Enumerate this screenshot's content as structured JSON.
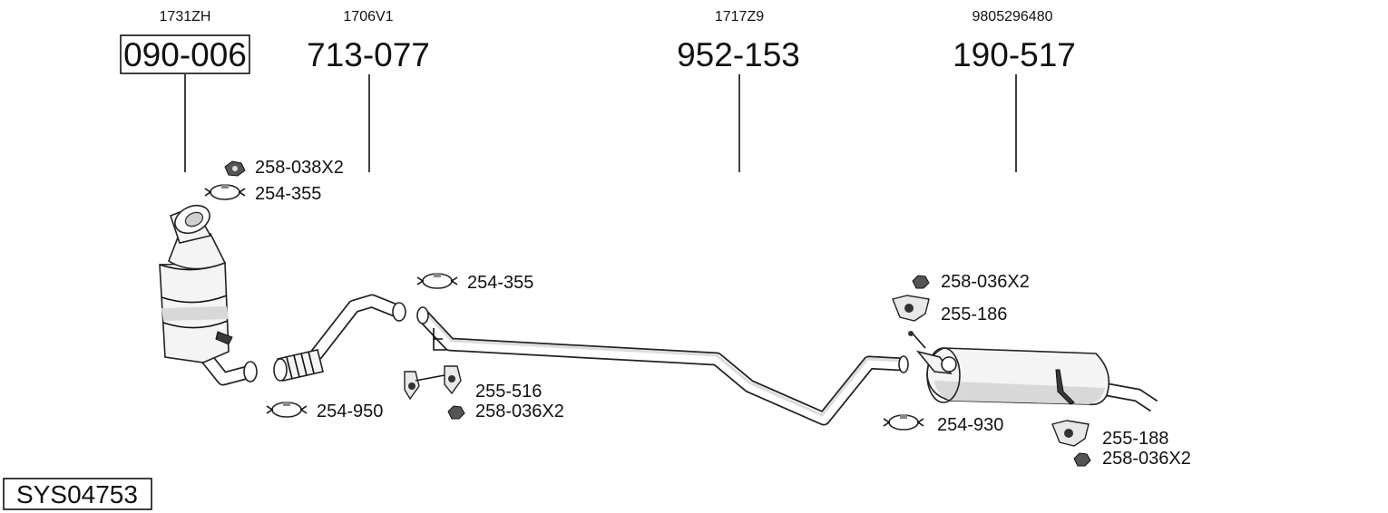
{
  "parts": [
    {
      "ref": "1731ZH",
      "number": "090-006",
      "boxed": true
    },
    {
      "ref": "1706V1",
      "number": "713-077",
      "boxed": false
    },
    {
      "ref": "1717Z9",
      "number": "952-153",
      "boxed": false
    },
    {
      "ref": "9805296480",
      "number": "190-517",
      "boxed": false
    }
  ],
  "accessories": {
    "a1": "258-038X2",
    "a2": "254-355",
    "a3": "254-355",
    "a4": "254-950",
    "a5": "255-516",
    "a6": "258-036X2",
    "a7": "258-036X2",
    "a8": "255-186",
    "a9": "254-930",
    "a10": "255-188",
    "a11": "258-036X2"
  },
  "system_code": "SYS04753"
}
